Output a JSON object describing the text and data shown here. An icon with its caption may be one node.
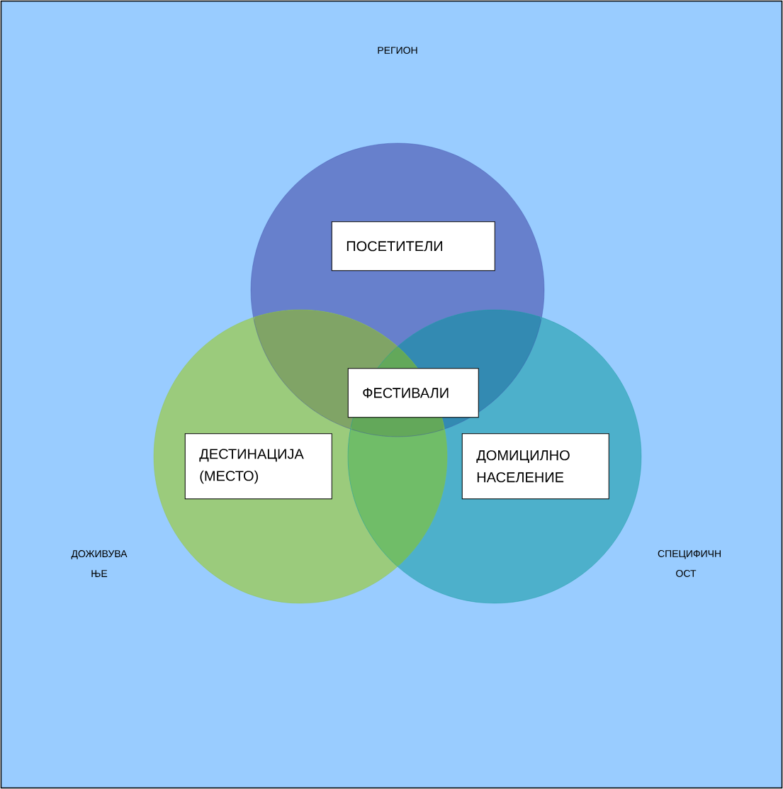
{
  "diagram": {
    "nodes": [
      {
        "text": [
          "РЕГИОН"
        ]
      },
      {
        "text": [
          "ПОСЕТИТЕЛИ"
        ],
        "in": 0
      },
      {
        "text": [
          "ФЕСТИВАЛИ"
        ],
        "in": 0
      },
      {
        "text": [
          "ДЕСТИНАЦИЈА (МЕСТО)"
        ],
        "in": 0
      },
      {
        "text": [
          "ДОМИЦИЛНО НАСЕЛЕНИЕ"
        ],
        "in": 0
      }
    ],
    "edges": [],
    "labels": [
      "ДОЖИВУВА ЊЕ",
      "СПЕЦИФИЧН ОСТ"
    ]
  }
}
